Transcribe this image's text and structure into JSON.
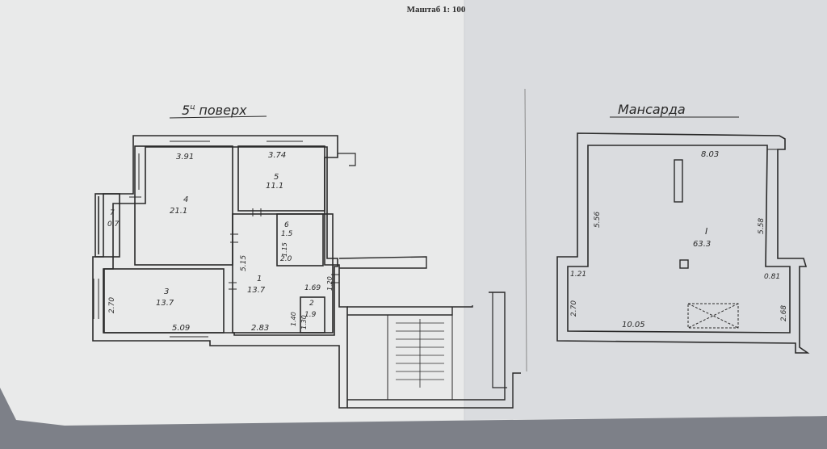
{
  "scale": "Маштаб 1: 100",
  "floor5": {
    "title_main": "5",
    "title_sup": "ц",
    "title_rest": " поверх",
    "rooms": [
      {
        "num": "4",
        "area": "21.1"
      },
      {
        "num": "5",
        "area": "11.1"
      },
      {
        "num": "6",
        "area": "1.5"
      },
      {
        "num": "3",
        "area": "13.7"
      },
      {
        "num": "1",
        "area": "13.7"
      },
      {
        "num": "2",
        "area": "1.9"
      },
      {
        "num": "7",
        "area": "0.7"
      }
    ],
    "dims": {
      "d391": "3.91",
      "d374": "3.74",
      "d509": "5.09",
      "d270": "2.70",
      "d283": "2.83",
      "d515": "5.15",
      "d169": "1.69",
      "d140": "1.40",
      "d130": "1.30",
      "d20": "2.0",
      "d120": "1.20",
      "d115": "1.15"
    }
  },
  "attic": {
    "title": "Мансарда",
    "room_num": "I",
    "room_area": "63.3",
    "dims": {
      "d803": "8.03",
      "d556": "5.56",
      "d558": "5.58",
      "d121": "1.21",
      "d081": "0.81",
      "d270": "2.70",
      "d1005": "10.05",
      "d268": "2.68"
    }
  },
  "colors": {
    "paper": "#e9eaea",
    "paper_right": "#d6d9dc",
    "ink": "#2a2a2a",
    "shadow": "#7d8088"
  }
}
